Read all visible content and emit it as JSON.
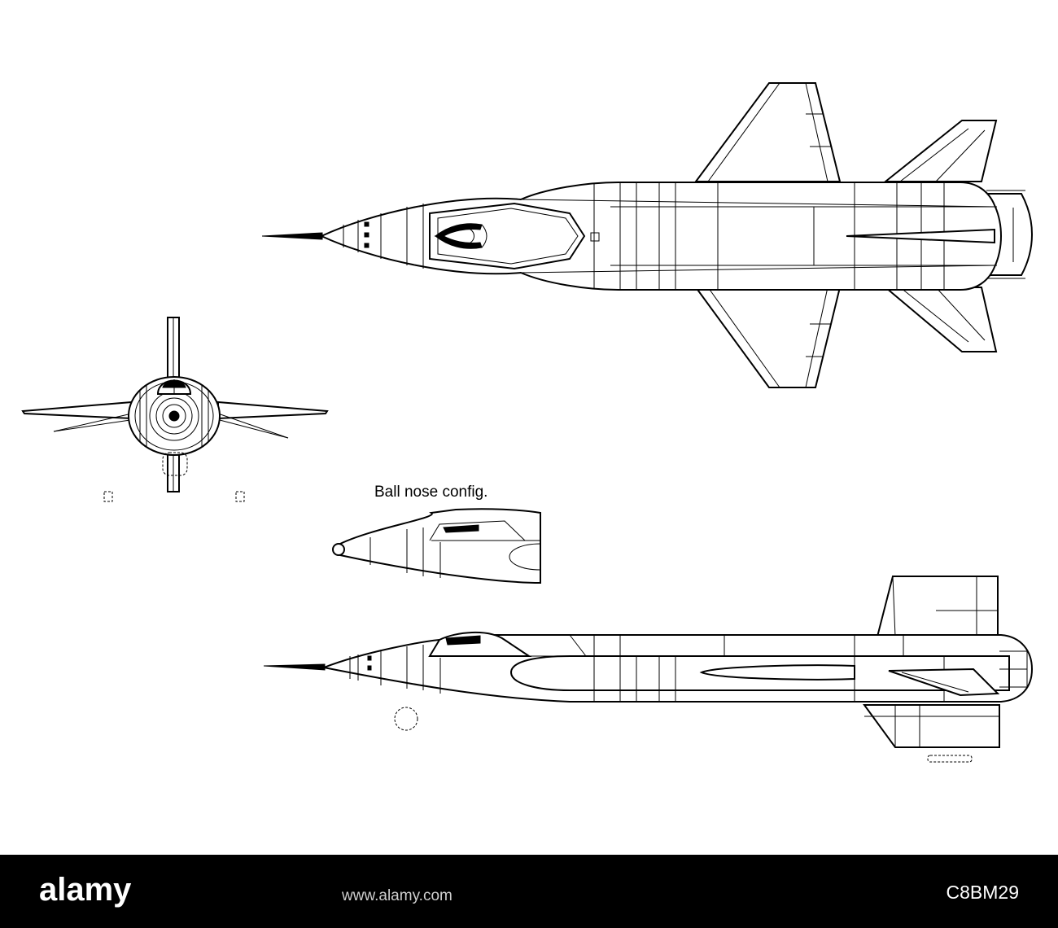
{
  "diagram": {
    "config_label": "Ball nose config."
  },
  "footer": {
    "logo": "alamy",
    "caption": "www.alamy.com",
    "image_id": "C8BM29"
  },
  "colors": {
    "line": "#000000",
    "background": "#ffffff",
    "footer_bg": "#000000",
    "footer_text": "#ffffff"
  }
}
